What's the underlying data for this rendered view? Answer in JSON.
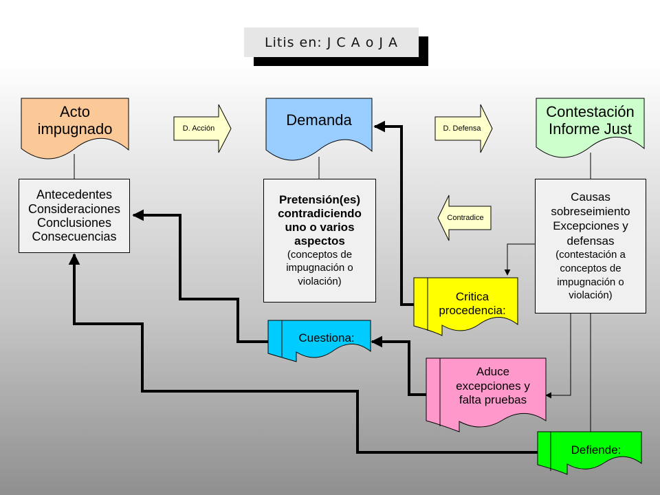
{
  "title": "Litis en:  J C A o J A",
  "documents": {
    "acto": "Acto\nimpugnado",
    "demanda": "Demanda",
    "contestacion": "Contestación\nInforme Just"
  },
  "boxes": {
    "antecedentes": "Antecedentes\nConsideraciones\nConclusiones\nConsecuencias",
    "pretension": "Pretensión(es)\ncontradiciendo\nuno o varios\naspectos",
    "pretension_note": "(conceptos de\nimpugnación o\nviolación)",
    "causas": "Causas\nsobreseimiento\nExcepciones y\ndefensas",
    "causas_note": "(contestación  a\nconceptos de\nimpugnación o\nviolación)"
  },
  "arrows": {
    "accion": "D. Acción",
    "defensa": "D. Defensa",
    "contradice": "Contradice"
  },
  "tags": {
    "cuestiona": "Cuestiona:",
    "critica": "Critica\nprocedencia:",
    "aduce": "Aduce\nexcepciones y\nfalta pruebas",
    "defiende": "Defiende:"
  },
  "colors": {
    "acto": "#fbc898",
    "demanda": "#99ccff",
    "contestacion": "#ccffcc",
    "gray_box": "#f0f0f0",
    "arrow_fill": "#ffffcc",
    "cuestiona": "#00ccff",
    "critica": "#ffff00",
    "aduce": "#ff99cc",
    "defiende": "#00ff00"
  }
}
